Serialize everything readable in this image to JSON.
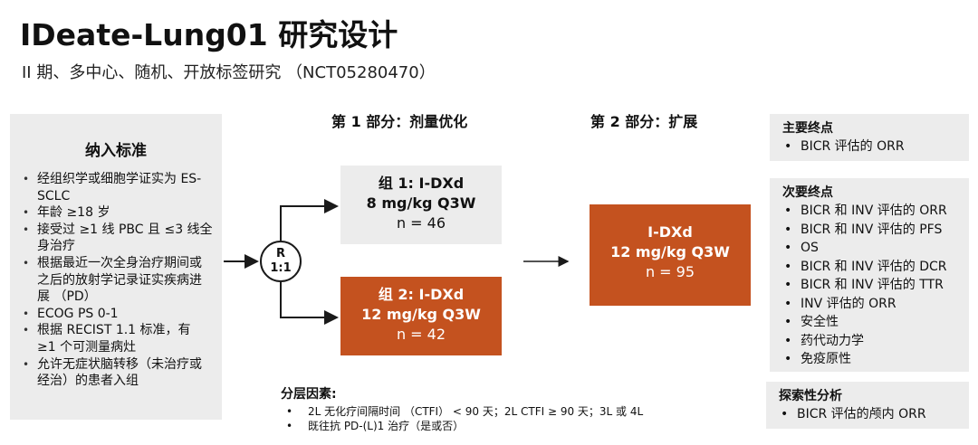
{
  "header": {
    "title": "IDeate-Lung01 研究设计",
    "subtitle": "II 期、多中心、随机、开放标签研究 （NCT05280470）"
  },
  "inclusion": {
    "title": "纳入标准",
    "items": [
      "经组织学或细胞学证实为 ES-SCLC",
      "年龄 ≥18 岁",
      "接受过 ≥1 线 PBC 且 ≤3 线全身治疗",
      "根据最近一次全身治疗期间或之后的放射学记录证实疾病进展 （PD）",
      "ECOG PS 0-1",
      "根据 RECIST 1.1 标准，有 ≥1 个可测量病灶",
      "允许无症状脑转移（未治疗或经治）的患者入组"
    ]
  },
  "randomization": {
    "line1": "R",
    "line2": "1:1"
  },
  "part1": {
    "label": "第 1 部分：剂量优化",
    "group1": {
      "line1": "组 1: I-DXd",
      "line2": "8 mg/kg Q3W",
      "line3": "n = 46"
    },
    "group2": {
      "line1": "组 2: I-DXd",
      "line2": "12 mg/kg Q3W",
      "line3": "n = 42"
    }
  },
  "part2": {
    "label": "第 2 部分：扩展",
    "box": {
      "line1": "I-DXd",
      "line2": "12 mg/kg Q3W",
      "line3": "n = 95"
    }
  },
  "stratification": {
    "title": "分层因素:",
    "items": [
      "2L 无化疗间隔时间 （CTFI） < 90 天；2L CTFI ≥ 90 天；3L 或 4L",
      "既往抗 PD-(L)1 治疗（是或否）"
    ]
  },
  "endpoints": {
    "primary": {
      "title": "主要终点",
      "items": [
        "BICR 评估的 ORR"
      ]
    },
    "secondary": {
      "title": "次要终点",
      "items": [
        "BICR 和 INV 评估的 ORR",
        "BICR 和 INV 评估的 PFS",
        "OS",
        "BICR 和 INV 评估的 DCR",
        "BICR 和 INV 评估的 TTR",
        "INV 评估的 ORR",
        "安全性",
        "药代动力学",
        "免疫原性"
      ]
    },
    "exploratory": {
      "title": "探索性分析",
      "items": [
        "BICR 评估的颅内 ORR"
      ]
    }
  },
  "colors": {
    "accent": "#c4521f",
    "panel": "#ececec"
  }
}
